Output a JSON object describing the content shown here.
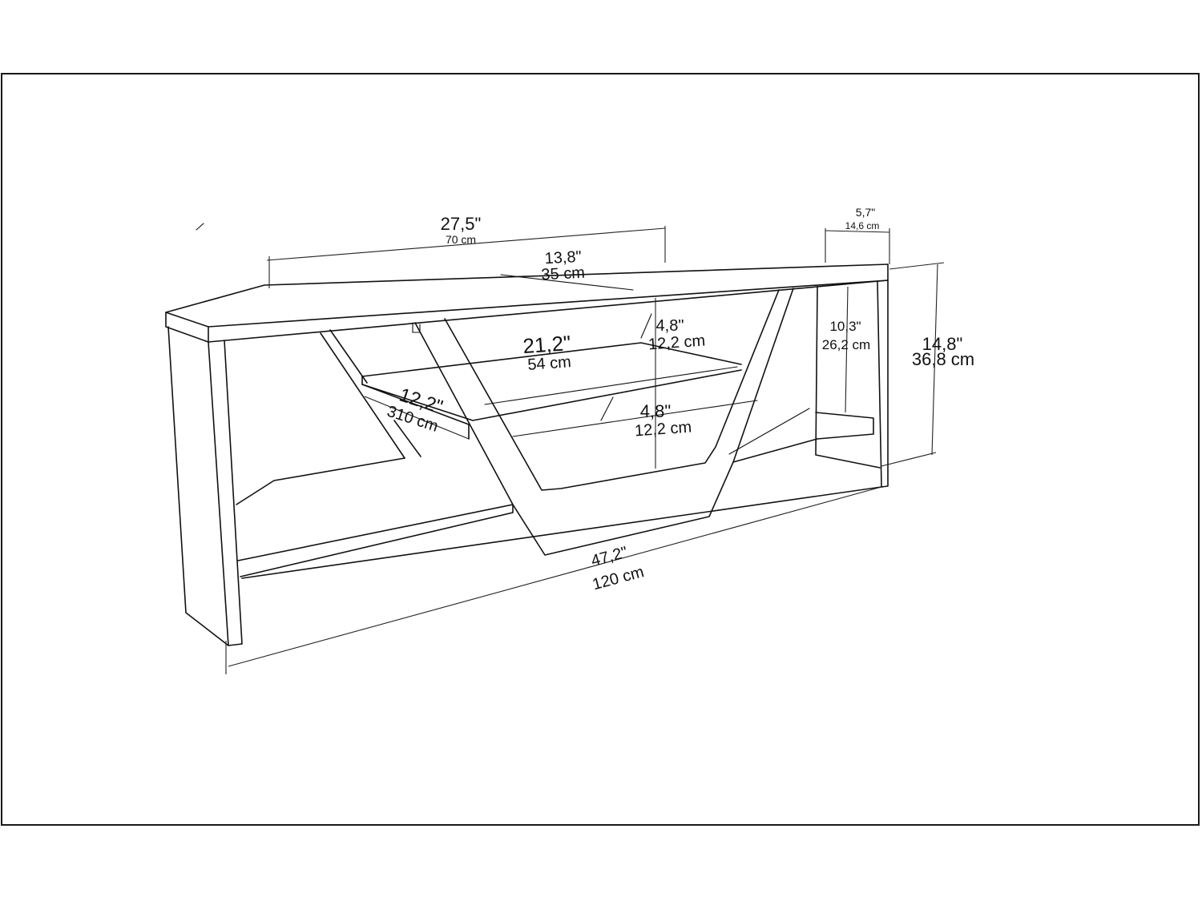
{
  "dimensions": {
    "top_depth": {
      "in": "27,5\"",
      "cm": "70 cm"
    },
    "top_inner": {
      "in": "13,8\"",
      "cm": "35 cm"
    },
    "side_depth": {
      "in": "5,7\"",
      "cm": "14,6 cm"
    },
    "upper_gap": {
      "in": "4,8\"",
      "cm": "12,2 cm"
    },
    "right_compartment": {
      "in": "10,3\"",
      "cm": "26,2 cm"
    },
    "total_height": {
      "in": "14,8\"",
      "cm": "36,8 cm"
    },
    "shelf_width": {
      "in": "21,2\"",
      "cm": "54 cm"
    },
    "shelf_depth": {
      "in": "12,2\"",
      "cm": "310 cm"
    },
    "lower_gap": {
      "in": "4,8\"",
      "cm": "12,2 cm"
    },
    "total_width": {
      "in": "47,2\"",
      "cm": "120 cm"
    }
  },
  "colors": {
    "line": "#111111",
    "background": "#ffffff"
  }
}
